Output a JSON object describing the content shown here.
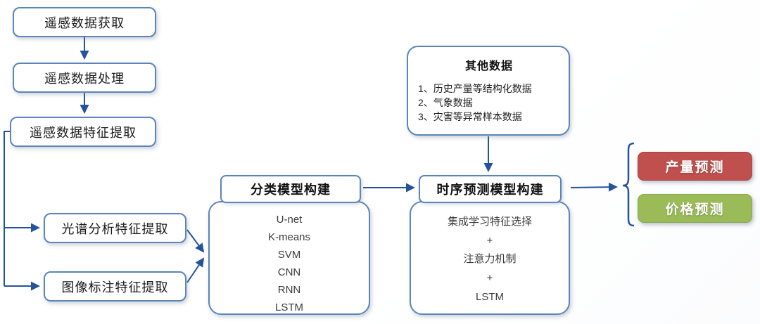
{
  "diagram": {
    "pipeline": {
      "step1": "遥感数据获取",
      "step2": "遥感数据处理",
      "step3": "遥感数据特征提取",
      "branch_spectral": "光谱分析特征提取",
      "branch_annotation": "图像标注特征提取"
    },
    "classification": {
      "title": "分类模型构建",
      "items": [
        "U-net",
        "K-means",
        "SVM",
        "CNN",
        "RNN",
        "LSTM"
      ]
    },
    "other_data": {
      "title": "其他数据",
      "items": [
        "1、历史产量等结构化数据",
        "2、气象数据",
        "3、灾害等异常样本数据"
      ]
    },
    "timeseries": {
      "title": "时序预测模型构建",
      "items": [
        "集成学习特征选择",
        "+",
        "注意力机制",
        "+",
        "LSTM"
      ]
    },
    "outputs": {
      "yield_label": "产量预测",
      "price_label": "价格预测"
    },
    "colors": {
      "box_border_blue": "#5b85ba",
      "arrow_blue": "#25539b",
      "output_red": "#c0504d",
      "output_green": "#9bbb59",
      "text_dark": "#1b1b1b"
    }
  }
}
